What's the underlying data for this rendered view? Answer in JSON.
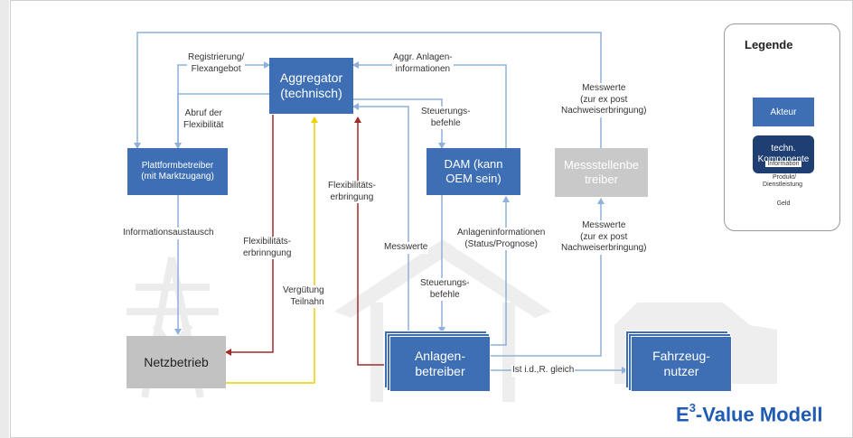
{
  "nodes": {
    "aggregator": "Aggregator\n(technisch)",
    "plattform": "Plattformbetreiber\n(mit Marktzugang)",
    "dam": "DAM (kann\nOEM sein)",
    "messstellen": "Messstellenbe\ntreiber",
    "netzbetrieb": "Netzbetrieb",
    "anlagen": "Anlagen-\nbetreiber",
    "fahrzeug": "Fahrzeug-\nnutzer"
  },
  "labels": {
    "registrierung": "Registrierung/\nFlexangebot",
    "aggr_info": "Aggr. Anlagen-\ninformationen",
    "abruf": "Abruf der\nFlexibilität",
    "steuerung1": "Steuerungs-\nbefehle",
    "messwerte1": "Messwerte\n(zur ex post\nNachweiserbringung)",
    "flex_erb1": "Flexibilitäts-\nerbringung",
    "info_austausch": "Informationsaustausch",
    "flex_erb2": "Flexibilitäts-\nerbrinngung",
    "anlageninfo": "Anlageninformationen\n(Status/Prognose)",
    "messwerte2": "Messwerte\n(zur ex post\nNachweiserbringung)",
    "messwerte3": "Messwerte",
    "steuerung2": "Steuerungs-\nbefehle",
    "verguetung": "Vergütung\nTeilnahn",
    "ist_gleich": "Ist i.d.,R. gleich"
  },
  "legend": {
    "title": "Legende",
    "akteur": "Akteur",
    "komponente": "techn.\nKomponente",
    "information": "Information",
    "produkt": "Produkt/\nDienstleistung",
    "geld": "Geld"
  },
  "colors": {
    "actor": "#3e6fb5",
    "component": "#1f3f73",
    "information": "#8fb0dc",
    "product": "#a02c2c",
    "money": "#f0d000"
  },
  "title": {
    "main": "E",
    "sup": "3",
    "rest": "-Value Modell"
  }
}
